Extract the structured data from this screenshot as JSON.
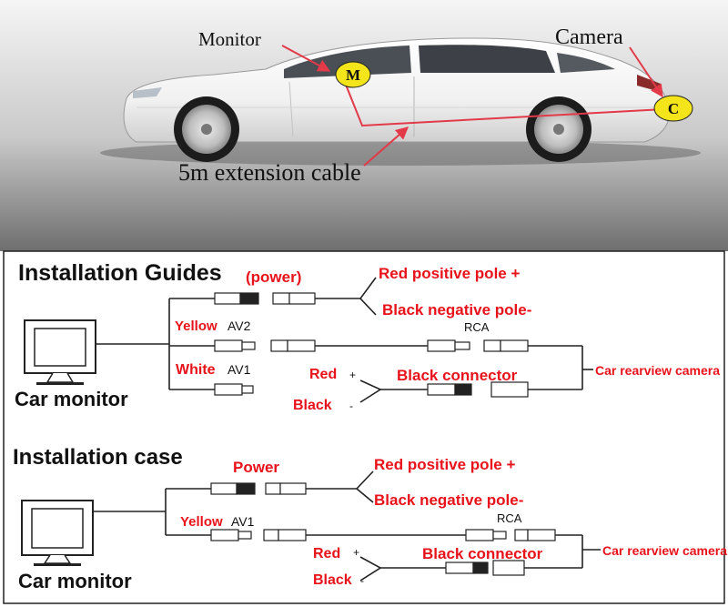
{
  "car_diagram": {
    "monitor_label": "Monitor",
    "camera_label": "Camera",
    "monitor_marker": "M",
    "camera_marker": "C",
    "cable_label": "5m extension cable"
  },
  "guides": {
    "title": "Installation Guides",
    "power_label": "(power)",
    "red_positive": "Red positive pole +",
    "black_negative": "Black negative pole-",
    "yellow_label": "Yellow",
    "av2_label": "AV2",
    "white_label": "White",
    "av1_label": "AV1",
    "rca_label": "RCA",
    "red_label": "Red",
    "red_sign": "+",
    "black_label": "Black",
    "black_sign": "-",
    "black_connector": "Black connector",
    "camera_label": "Car rearview camera",
    "monitor_label": "Car monitor"
  },
  "case": {
    "title": "Installation case",
    "power_label": "Power",
    "red_positive": "Red positive pole +",
    "black_negative": "Black negative pole-",
    "yellow_label": "Yellow",
    "av1_label": "AV1",
    "rca_label": "RCA",
    "red_label": "Red",
    "red_sign": "+",
    "black_label": "Black",
    "black_sign": "-",
    "black_connector": "Black connector",
    "camera_label": "Car rearview camera",
    "monitor_label": "Car monitor"
  },
  "colors": {
    "red_text": "#e8121b",
    "black_text": "#111111",
    "marker_fill": "#f3e51a",
    "cable_red": "#e23a48",
    "top_bg_light": "#f4f4f4",
    "top_bg_dark": "#707070"
  }
}
